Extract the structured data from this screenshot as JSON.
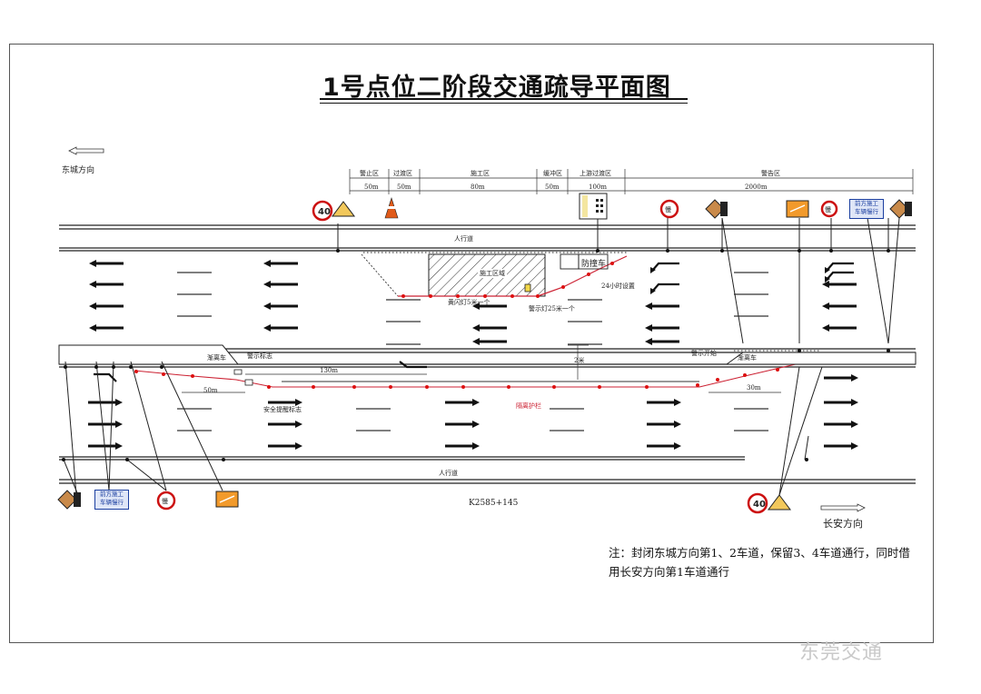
{
  "title": "1号点位二阶段交通疏导平面图",
  "directions": {
    "left": "东城方向",
    "right": "长安方向"
  },
  "zones": [
    {
      "label": "警止区",
      "length": "50m"
    },
    {
      "label": "过渡区",
      "length": "50m"
    },
    {
      "label": "施工区",
      "length": "80m"
    },
    {
      "label": "缓冲区",
      "length": "50m"
    },
    {
      "label": "上游过渡区",
      "length": "100m"
    },
    {
      "label": "警告区",
      "length": "2000m"
    }
  ],
  "road_labels": {
    "sidewalk_top": "人行道",
    "sidewalk_bottom": "人行道",
    "work_area": "施工区域",
    "crash_truck": "防撞车",
    "warning_light_24h": "24小时设置",
    "cone_spacing": "黄闪灯5米一个",
    "warning_light_spacing": "警示灯25米一个",
    "merge_left": "渐离车",
    "merge_right": "渐离车",
    "cone_start": "警示标志",
    "cone_end": "警示开始",
    "median_barrier": "隔离护栏",
    "guide_note": "安全提醒标志",
    "dist_130": "130m",
    "dist_30": "30m",
    "dist_50": "50m",
    "dist_2": "2米",
    "stake": "K2585+145"
  },
  "signs": {
    "speed_limit": "40",
    "notice_text": "前方施工\n车辆慢行",
    "bump": "慢"
  },
  "note": "注：封闭东城方向第1、2车道，保留3、4车道通行，同时借用长安方向第1车道通行",
  "watermark": "东莞交通"
}
